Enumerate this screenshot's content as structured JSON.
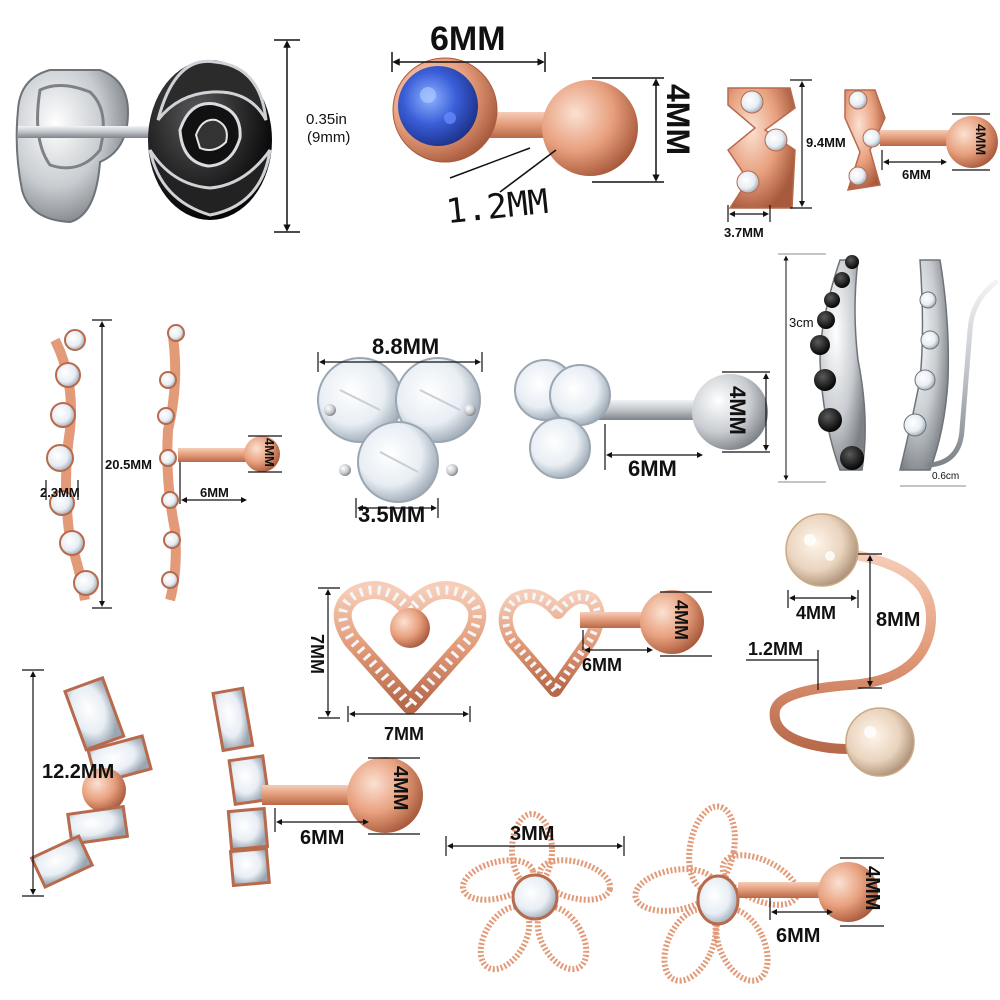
{
  "colors": {
    "rose_gold": "#e8a07e",
    "rose_gold_dark": "#b86a4c",
    "silver": "#c8ccd0",
    "black_enamel": "#1d1d1d",
    "blue_opal": "#3b5fd9",
    "crystal": "#f2f6fa",
    "black_crystal": "#0c0c0c"
  },
  "items": {
    "rose_stud": {
      "height_in": "0.35in",
      "height_mm": "(9mm)"
    },
    "opal_stud": {
      "width": "6MM",
      "ball": "4MM",
      "bar": "1.2MM"
    },
    "star_climber": {
      "height": "9.4MM",
      "width": "3.7MM",
      "bar": "6MM",
      "ball": "4MM"
    },
    "long_climber": {
      "length": "20.5MM",
      "width": "2.3MM",
      "bar": "6MM",
      "ball": "4MM"
    },
    "trinity_stud": {
      "width": "8.8MM",
      "stone": "3.5MM",
      "bar": "6MM",
      "ball": "4MM"
    },
    "crawler": {
      "length": "3cm",
      "wire": "0.6cm"
    },
    "spiral": {
      "ball": "4MM",
      "height": "8MM",
      "gauge": "1.2MM"
    },
    "heart_stud": {
      "height": "7MM",
      "width": "7MM",
      "bar": "6MM",
      "ball": "4MM"
    },
    "baguette_climber": {
      "length": "12.2MM",
      "bar": "6MM",
      "ball": "4MM"
    },
    "flower_stud": {
      "width": "3MM",
      "bar": "6MM",
      "ball": "4MM"
    }
  }
}
